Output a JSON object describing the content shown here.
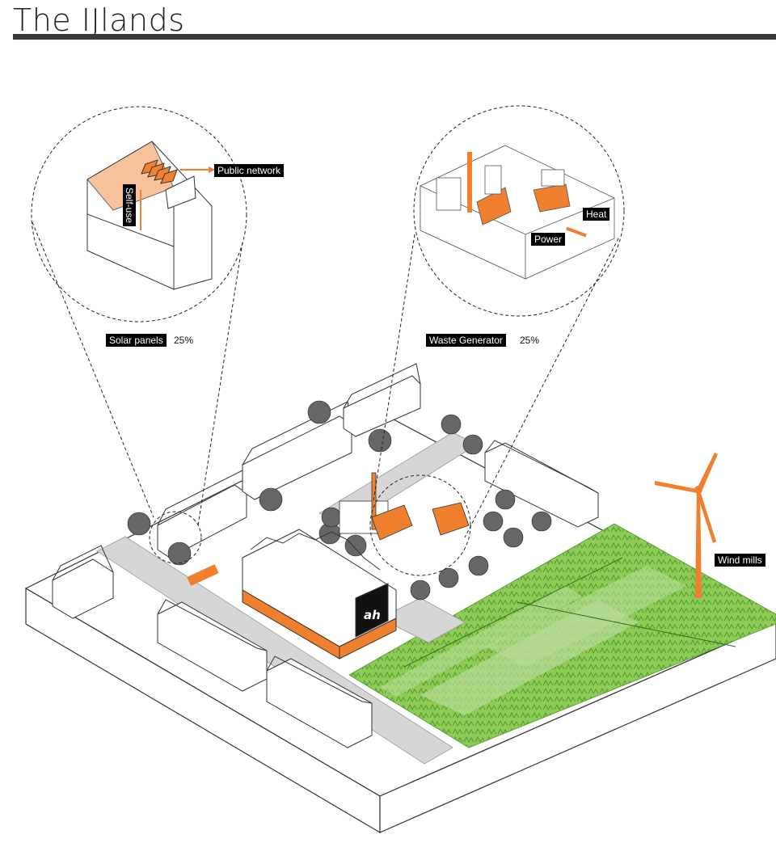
{
  "title": "The IJlands",
  "labels": {
    "public_network": "Public network",
    "self_use": "Self-use",
    "solar_panels": "Solar panels",
    "solar_pct": "25%",
    "heat": "Heat",
    "power": "Power",
    "waste_generator": "Waste Generator",
    "waste_pct": "25%",
    "wind_mills": "Wind mills",
    "store_logo": "ah"
  },
  "colors": {
    "accent": "#f07f2e",
    "field_green": "#7cc242",
    "field_light": "#b9dc98",
    "line": "#333333"
  }
}
